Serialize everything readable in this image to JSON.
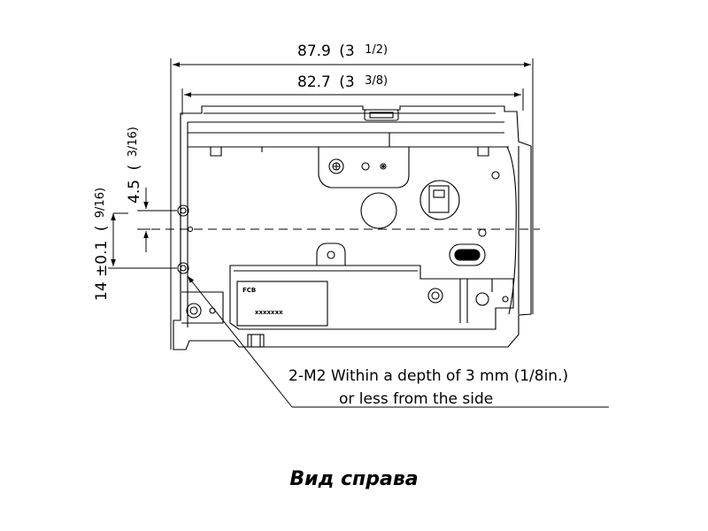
{
  "dimensions": {
    "outer_width": {
      "value": "87.9",
      "imperial_whole": "(3",
      "imperial_frac": "1/2)"
    },
    "inner_width": {
      "value": "82.7",
      "imperial_whole": "(3",
      "imperial_frac": "3/8)"
    },
    "top_offset": {
      "value": "4.5",
      "imperial_whole": "(",
      "imperial_frac": "3/16)"
    },
    "hole_spacing": {
      "value": "14 ±0.1",
      "imperial_whole": "(",
      "imperial_frac": "9/16)"
    }
  },
  "labels": {
    "board": "FCB",
    "board_code": "xxxxxxx"
  },
  "note": {
    "line1": "2-M2 Within a depth of 3 mm (1/8in.)",
    "line2": "or less from the side"
  },
  "caption": "Вид справа"
}
